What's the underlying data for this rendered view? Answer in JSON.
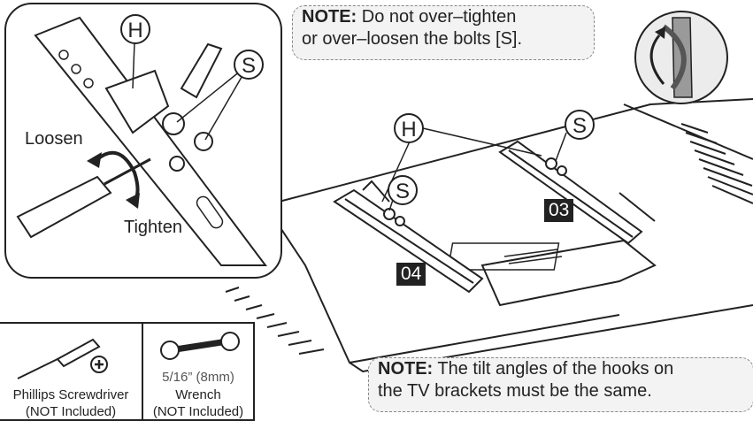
{
  "note_top": {
    "label": "NOTE:",
    "line1": " Do not over–tighten",
    "line2": "or over–loosen the bolts [S]."
  },
  "note_bottom": {
    "label": "NOTE:",
    "line1": " The tilt angles of the hooks on",
    "line2": "the TV brackets must be the same."
  },
  "inset": {
    "callout_h": "H",
    "callout_s": "S",
    "loosen": "Loosen",
    "tighten": "Tighten"
  },
  "main": {
    "callout_h_left": "H",
    "callout_s_left": "S",
    "callout_h_right": "H",
    "callout_s_right": "S",
    "badge_03": "03",
    "badge_04": "04"
  },
  "tools": {
    "screwdriver": {
      "name": "Phillips Screwdriver",
      "note": "(NOT Included)",
      "icon": "phillips-head-icon"
    },
    "wrench": {
      "size": "5/16” (8mm)",
      "name": "Wrench",
      "note": "(NOT Included)"
    }
  },
  "colors": {
    "line": "#222222",
    "note_bg": "#f3f3f3",
    "badge_bg": "#222222"
  }
}
